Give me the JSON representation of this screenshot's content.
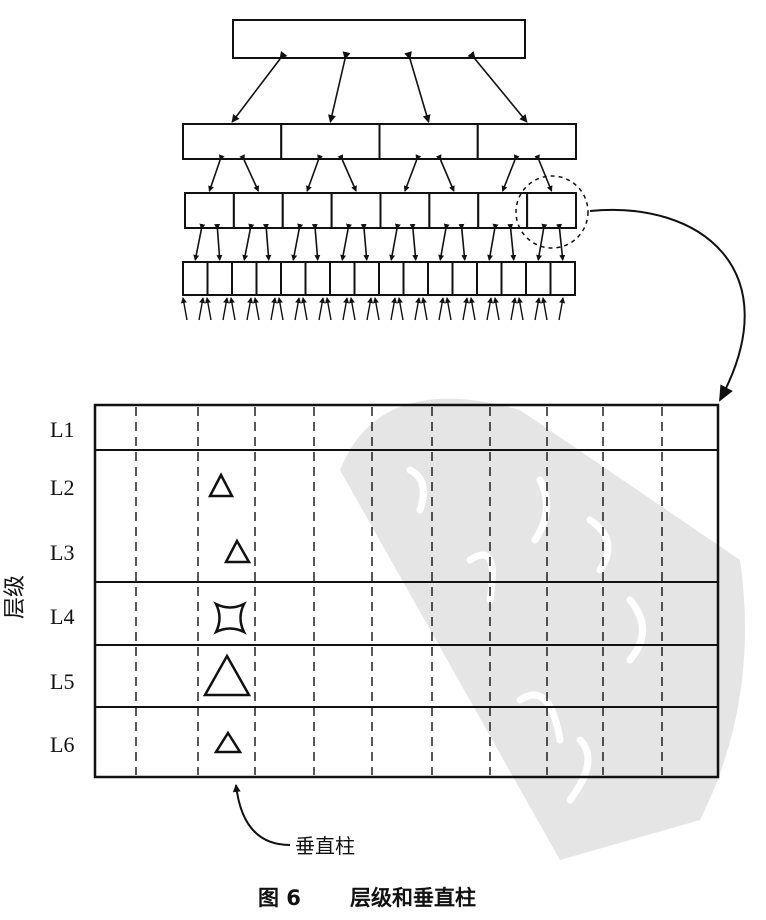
{
  "levels": [
    "L1",
    "L2",
    "L3",
    "L4",
    "L5",
    "L6"
  ],
  "y_axis_label": "层级",
  "annotation": "垂直柱",
  "caption": {
    "fig": "图 6",
    "text": "层级和垂直柱"
  },
  "colors": {
    "ink": "#111111",
    "watermark": "#d8d8d8",
    "background": "#ffffff"
  }
}
